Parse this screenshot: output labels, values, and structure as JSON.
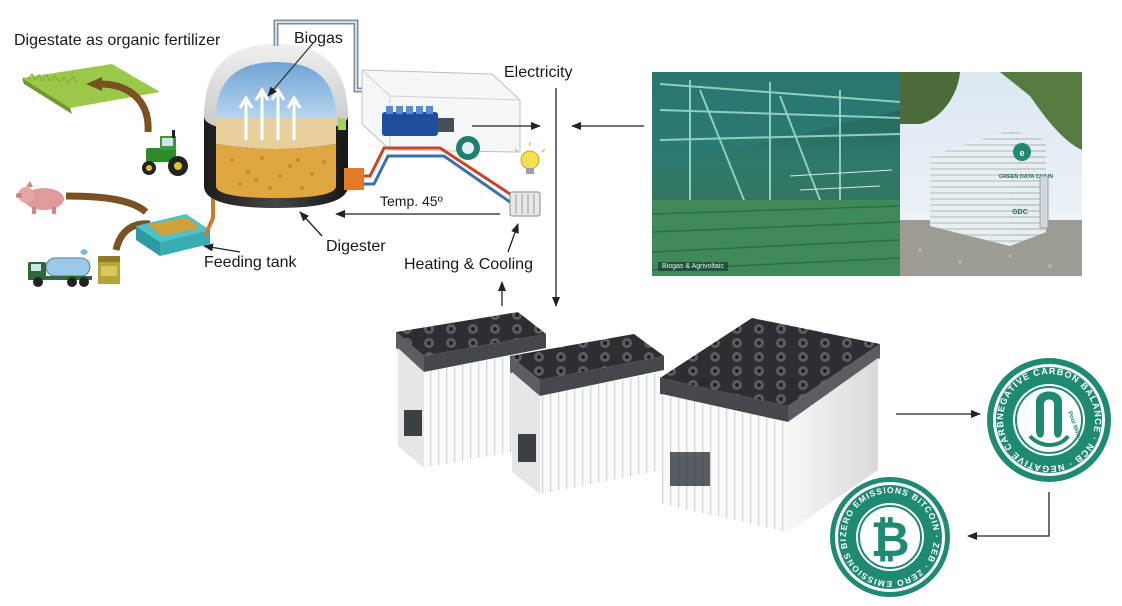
{
  "labels": {
    "digestate": "Digestate as organic fertilizer",
    "biogas": "Biogas",
    "electricity": "Electricity",
    "temperature": "Temp. 45º",
    "digester": "Digester",
    "feeding_tank": "Feeding tank",
    "heating_cooling": "Heating & Cooling"
  },
  "photos": {
    "agrivoltaic_caption": "Biogas & Agrivoltaic",
    "container_brand": "GREEN DATA CHAIN",
    "container_logo": "GDC"
  },
  "badges": {
    "ncb": {
      "ring_text": "NEGATIVE CARBON BALANCE · NCB · NEGATIVE CARBON BALANCE · NCB ·",
      "center_text": "Pool Mining"
    },
    "zeb": {
      "ring_text": "ZERO EMISSIONS BITCOIN · ZEB · ZERO EMISSIONS BITCOIN · ZEB ·",
      "center_symbol": "₿"
    }
  },
  "colors": {
    "badge_green": "#1f8a72",
    "grass": "#9cc84a",
    "biogas_dome": "#8fbbe0",
    "digestate": "#e0a640",
    "pipe_red": "#c8452a",
    "pipe_blue": "#3a6fb0",
    "miner_body": "#f3f3f3",
    "miner_top": "#3b3d40"
  }
}
